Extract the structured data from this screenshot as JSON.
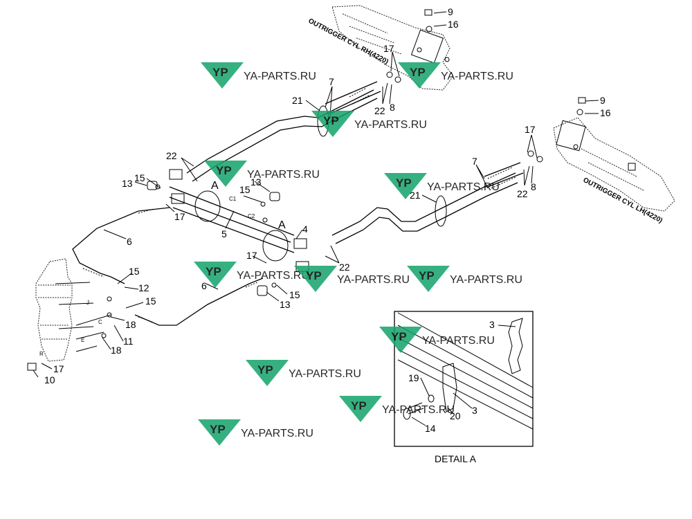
{
  "diagram": {
    "labels": {
      "outrigger_rh": "OUTRIGGER CYL RH(4220)",
      "outrigger_lh": "OUTRIGGER CYL LH(4220)",
      "detail_title": "DETAIL  A",
      "section_a": "A"
    },
    "watermark": "YA-PARTS.RU",
    "watermark_logo": "YP",
    "colors": {
      "watermark": "#14a36a",
      "lines": "#000000"
    },
    "callouts": {
      "c9a": "9",
      "c16a": "16",
      "c17a": "17",
      "c7a": "7",
      "c21a": "21",
      "c22a": "22",
      "c8a": "8",
      "c9b": "9",
      "c16b": "16",
      "c17b": "17",
      "c7b": "7",
      "c21b": "21",
      "c22b": "22",
      "c8b": "8",
      "c22c": "22",
      "c13a": "13",
      "c15a": "15",
      "c15b": "15",
      "c13b": "13",
      "c17c": "17",
      "c6a": "6",
      "c5": "5",
      "c4": "4",
      "c17d": "17",
      "c22d": "22",
      "c6b": "6",
      "c13c": "13",
      "c15c": "15",
      "c15d": "15",
      "c12": "12",
      "c15e": "15",
      "c18a": "18",
      "c11": "11",
      "c18b": "18",
      "c17e": "17",
      "c10": "10",
      "d3a": "3",
      "d19": "19",
      "d20": "20",
      "d3b": "3",
      "d14": "14"
    },
    "port_letters": {
      "j": "J",
      "c": "C",
      "e": "E",
      "r": "R",
      "c1": "C1",
      "c2": "C2"
    }
  }
}
